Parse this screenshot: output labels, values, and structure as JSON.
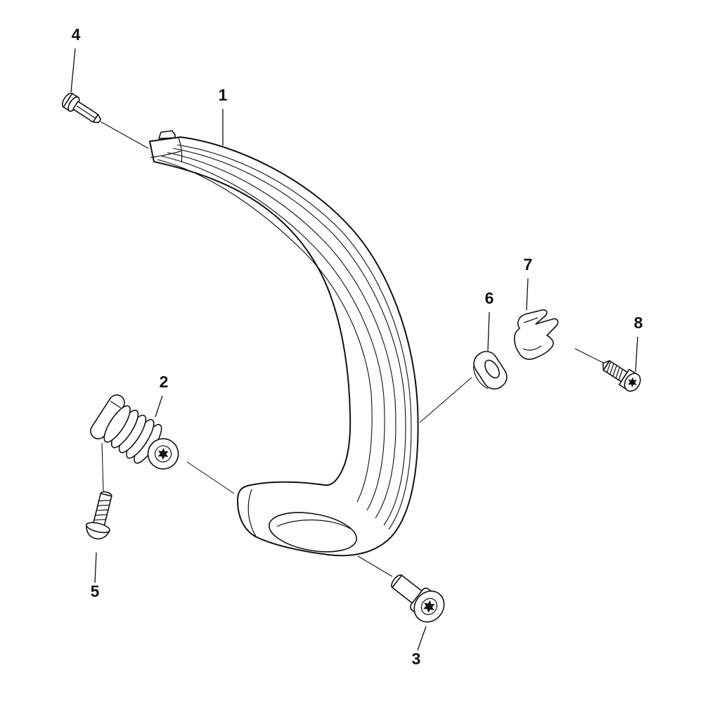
{
  "diagram": {
    "type": "exploded-parts-diagram",
    "background_color": "#ffffff",
    "line_color": "#111111",
    "callouts": [
      {
        "label": "1"
      },
      {
        "label": "2"
      },
      {
        "label": "3"
      },
      {
        "label": "4"
      },
      {
        "label": "5"
      },
      {
        "label": "6"
      },
      {
        "label": "7"
      },
      {
        "label": "8"
      }
    ]
  }
}
